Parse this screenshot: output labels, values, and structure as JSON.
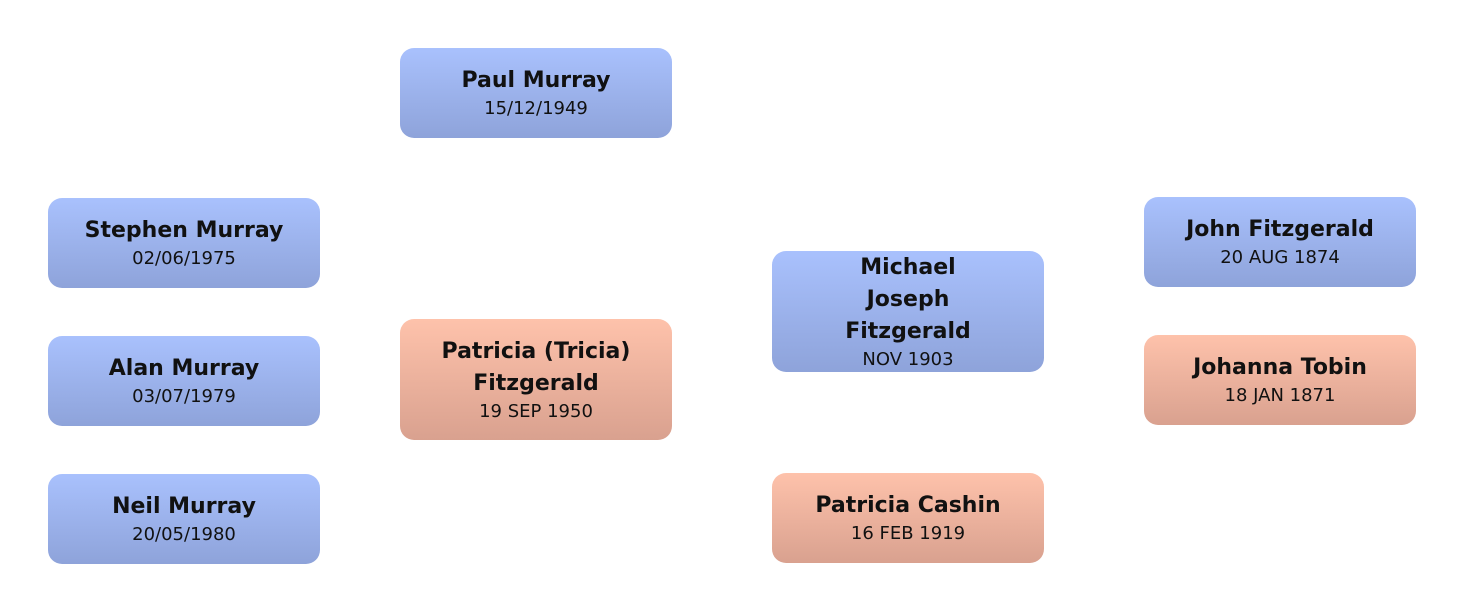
{
  "people": [
    {
      "id": "paul",
      "name": "Paul Murray",
      "date": "15/12/1949",
      "gender": "male"
    },
    {
      "id": "stephen",
      "name": "Stephen Murray",
      "date": "02/06/1975",
      "gender": "male"
    },
    {
      "id": "alan",
      "name": "Alan Murray",
      "date": "03/07/1979",
      "gender": "male"
    },
    {
      "id": "neil",
      "name": "Neil Murray",
      "date": "20/05/1980",
      "gender": "male"
    },
    {
      "id": "patricia-fitzgerald",
      "name": "Patricia (Tricia) Fitzgerald",
      "date": "19 SEP 1950",
      "gender": "female"
    },
    {
      "id": "michael",
      "name": "Michael Joseph Fitzgerald",
      "date": "NOV 1903",
      "gender": "male"
    },
    {
      "id": "patricia-cashin",
      "name": "Patricia Cashin",
      "date": "16 FEB 1919",
      "gender": "female"
    },
    {
      "id": "john",
      "name": "John Fitzgerald",
      "date": "20 AUG 1874",
      "gender": "male"
    },
    {
      "id": "johanna",
      "name": "Johanna Tobin",
      "date": "18 JAN 1871",
      "gender": "female"
    }
  ],
  "colors": {
    "male": "#a9c1fd",
    "female": "#fec2ab"
  }
}
